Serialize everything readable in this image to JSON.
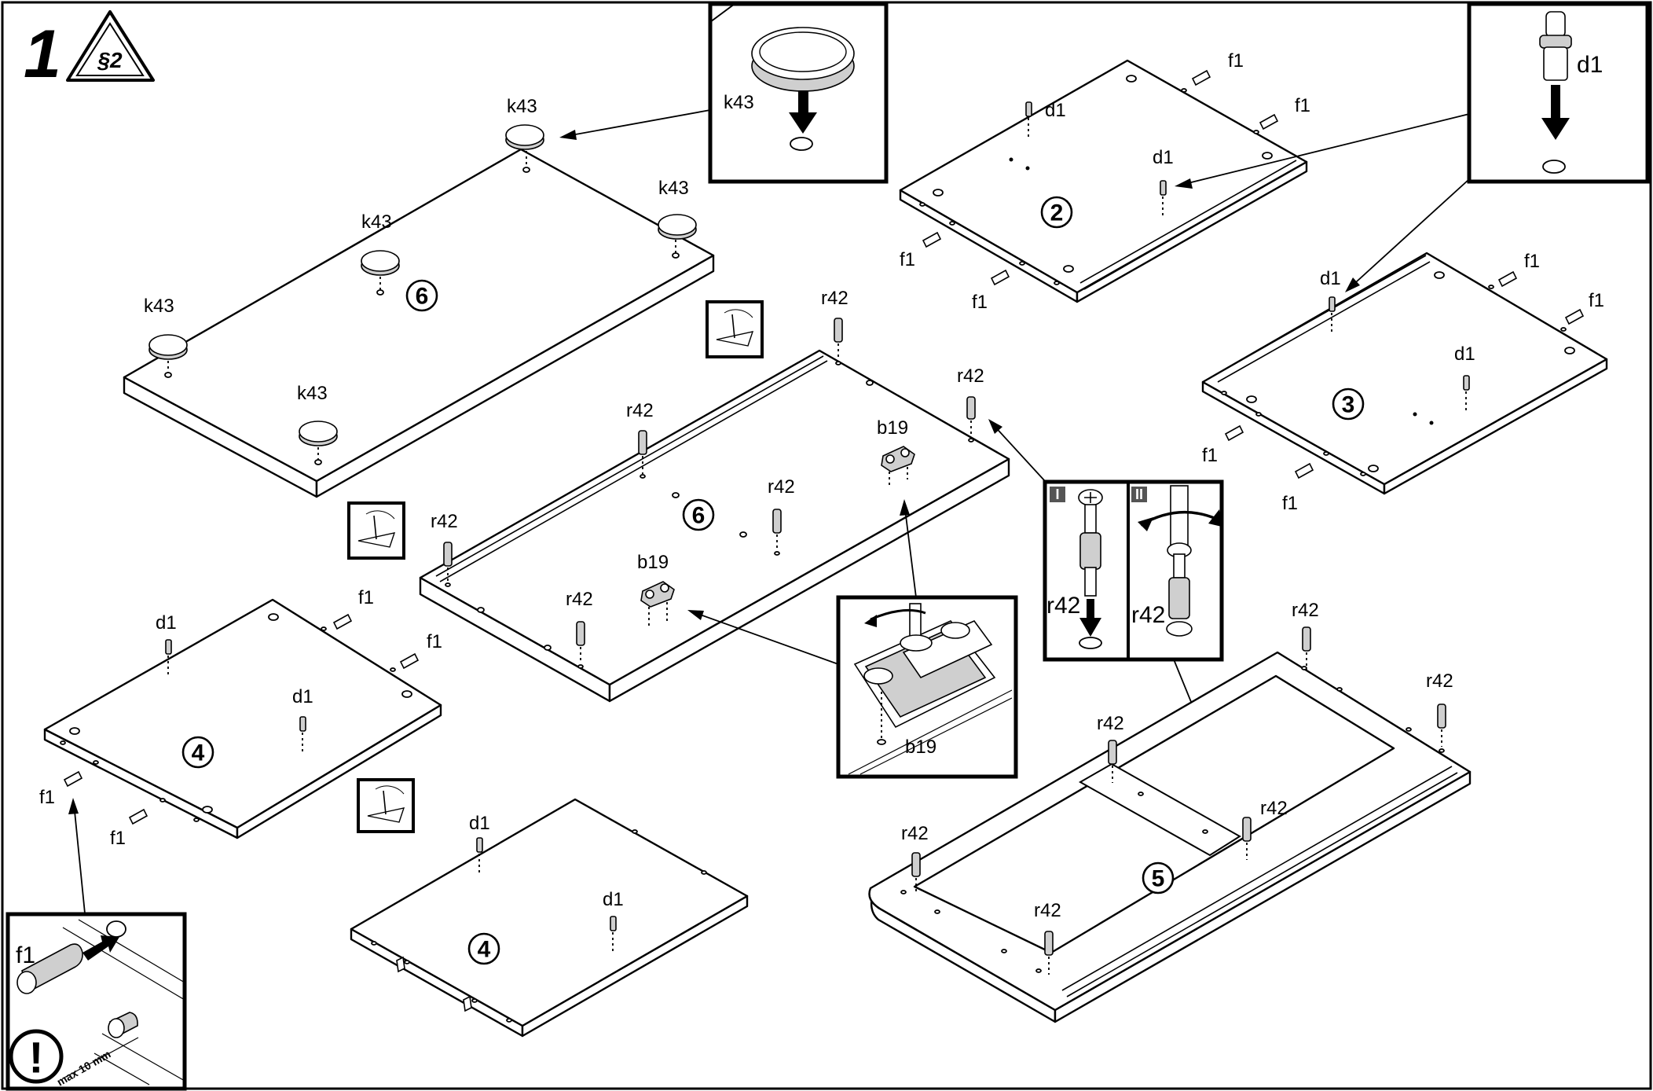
{
  "step": {
    "number": "1",
    "badge": "§2"
  },
  "parts": {
    "feet": "k43",
    "dowel": "f1",
    "pin": "d1",
    "cam_bolt": "r42",
    "hinge_plate": "b19"
  },
  "panel_numbers": {
    "top_panel": "6",
    "middle_panel": "6",
    "right_upper": "2",
    "right_middle": "3",
    "left_lower": "4",
    "bottom_lower": "4",
    "frame": "5"
  },
  "detail_insets": {
    "cam_steps": [
      "I",
      "II"
    ]
  },
  "warning": {
    "symbol": "!",
    "max_depth": "max 10 mm"
  }
}
